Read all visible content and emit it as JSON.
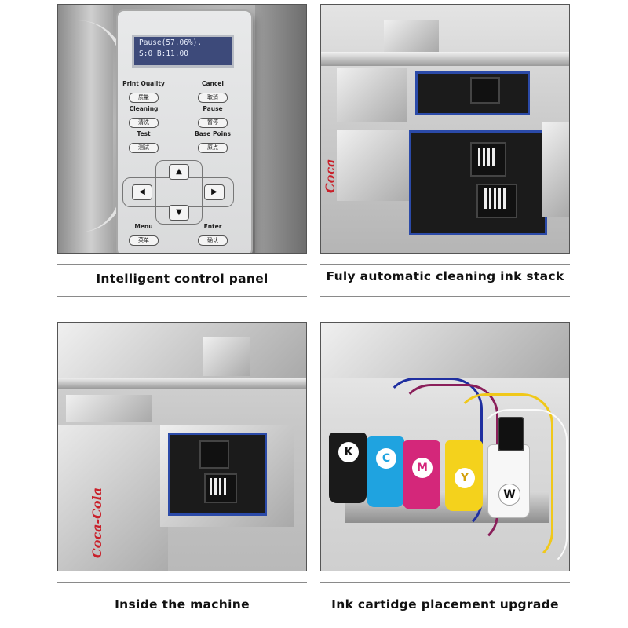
{
  "panels": [
    {
      "caption": "Intelligent control panel"
    },
    {
      "caption": "Fuly automatic cleaning ink stack"
    },
    {
      "caption": "Inside the machine"
    },
    {
      "caption": "Ink cartidge placement upgrade"
    }
  ],
  "control_panel": {
    "lcd_line1": "Pause(57.06%).",
    "lcd_line2": "S:0     B:11.00",
    "keys": [
      {
        "label": "Print Quality",
        "cn": "质量"
      },
      {
        "label": "Cancel",
        "cn": "取消"
      },
      {
        "label": "Cleaning",
        "cn": "清洗"
      },
      {
        "label": "Pause",
        "cn": "暂停"
      },
      {
        "label": "Test",
        "cn": "测试"
      },
      {
        "label": "Base Poins",
        "cn": "原点"
      },
      {
        "label": "Menu",
        "cn": "菜单"
      },
      {
        "label": "Enter",
        "cn": "确认"
      }
    ],
    "arrows": {
      "up": "▲",
      "left": "◀",
      "right": "▶",
      "down": "▼"
    }
  },
  "ink_labels": [
    "K",
    "C",
    "M",
    "Y",
    "W"
  ],
  "colors": {
    "ink_black": "#111111",
    "ink_cyan": "#1fa3e0",
    "ink_magenta": "#d4277a",
    "ink_yellow": "#f4d21c",
    "ink_white": "#f7f7f7",
    "tray_blue": "#2b4aa8"
  }
}
